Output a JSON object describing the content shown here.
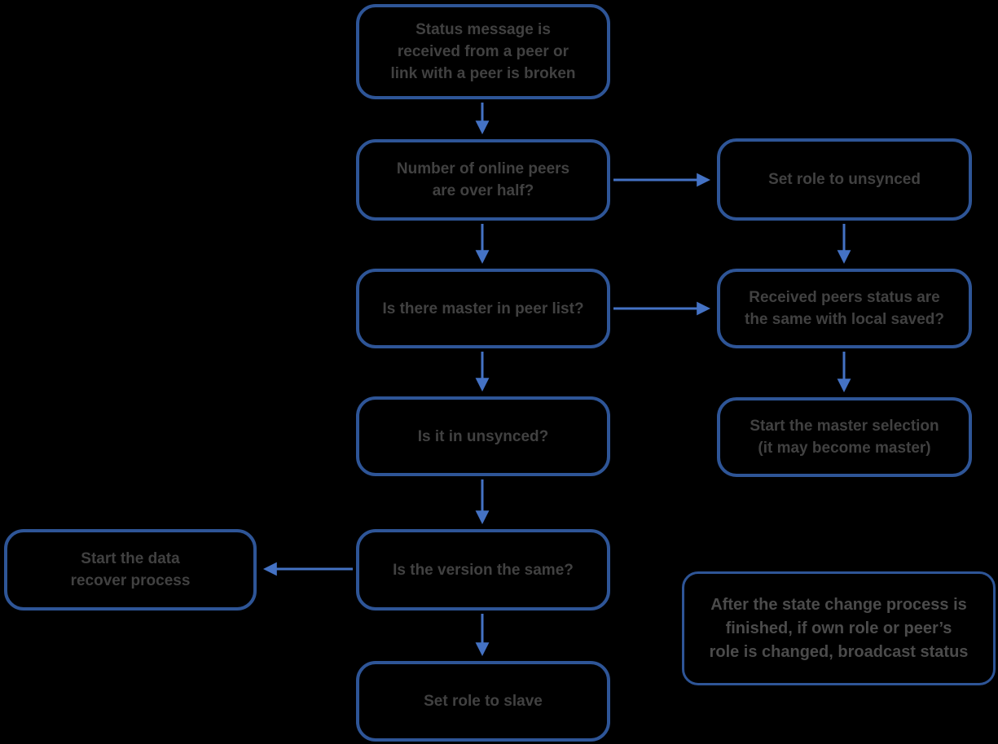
{
  "colors": {
    "background": "#000000",
    "node_border": "#2E5597",
    "arrow": "#4472C4",
    "node_text": "#414141",
    "note_text": "#4B4B4B"
  },
  "nodes": {
    "start": {
      "text": "Status message is\nreceived from a peer or\nlink with a peer is broken"
    },
    "online_peers": {
      "text": "Number of online peers\nare over half?"
    },
    "set_unsynced": {
      "text": "Set role to unsynced"
    },
    "master_in_list": {
      "text": "Is there master in peer list?"
    },
    "peers_status": {
      "text": "Received peers status are\nthe same with local saved?"
    },
    "in_unsynced": {
      "text": "Is it in unsynced?"
    },
    "master_selection": {
      "text": "Start the master selection\n(it may become master)"
    },
    "version_same": {
      "text": "Is the version the same?"
    },
    "data_recover": {
      "text": "Start the data\nrecover process"
    },
    "set_slave": {
      "text": "Set role to slave"
    },
    "note": {
      "text": "After the state change process is\nfinished, if own role or peer’s\nrole is changed, broadcast status"
    }
  },
  "edges": [
    {
      "from": "start",
      "to": "online_peers",
      "direction": "down"
    },
    {
      "from": "online_peers",
      "to": "set_unsynced",
      "direction": "right"
    },
    {
      "from": "online_peers",
      "to": "master_in_list",
      "direction": "down"
    },
    {
      "from": "set_unsynced",
      "to": "peers_status",
      "direction": "down"
    },
    {
      "from": "master_in_list",
      "to": "peers_status",
      "direction": "right"
    },
    {
      "from": "master_in_list",
      "to": "in_unsynced",
      "direction": "down"
    },
    {
      "from": "peers_status",
      "to": "master_selection",
      "direction": "down"
    },
    {
      "from": "in_unsynced",
      "to": "version_same",
      "direction": "down"
    },
    {
      "from": "version_same",
      "to": "data_recover",
      "direction": "left"
    },
    {
      "from": "version_same",
      "to": "set_slave",
      "direction": "down"
    }
  ]
}
